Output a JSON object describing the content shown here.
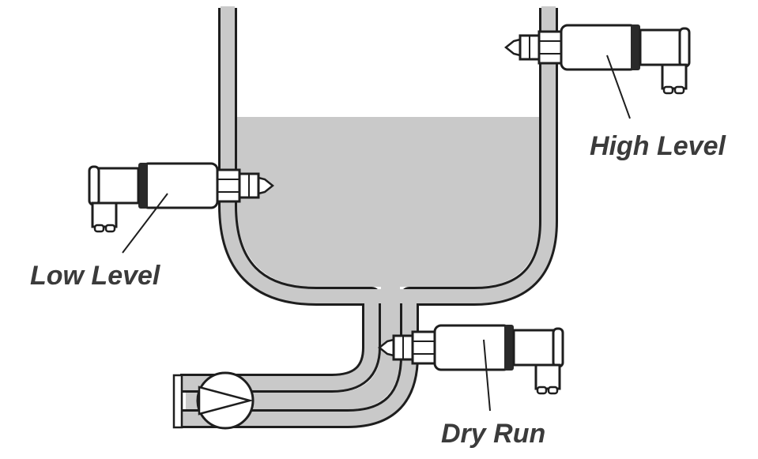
{
  "labels": {
    "high_level": "High Level",
    "low_level": "Low Level",
    "dry_run": "Dry Run"
  },
  "colors": {
    "liquid": "#c9c9c9",
    "wall": "#c9c9c9",
    "outline": "#1e1e1e",
    "label": "#3b3b3b"
  }
}
